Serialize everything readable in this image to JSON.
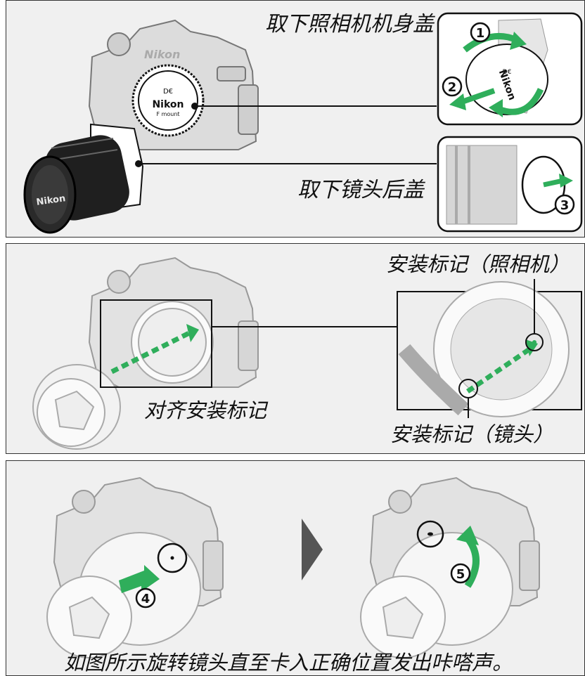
{
  "panel1": {
    "remove_body_cap": "取下照相机机身盖",
    "remove_rear_cap": "取下镜头后盖",
    "step1": "1",
    "step2": "2",
    "step3": "3",
    "camera_badge": "Nikon",
    "body_cap_logo": "Nikon",
    "body_cap_sub": "F mount",
    "lens_cap_logo": "Nikon"
  },
  "panel2": {
    "align_marks": "对齐安装标记",
    "mount_mark_camera": "安装标记（照相机）",
    "mount_mark_lens": "安装标记（镜头）"
  },
  "panel3": {
    "step4": "4",
    "step5": "5",
    "instruction": "如图所示旋转镜头直至卡入正确位置发出咔嗒声。"
  },
  "colors": {
    "panel_bg": "#f0f0f0",
    "arrow_green": "#2fae5b",
    "line_art": "#555555",
    "camera_fill": "#d9d9d9"
  }
}
